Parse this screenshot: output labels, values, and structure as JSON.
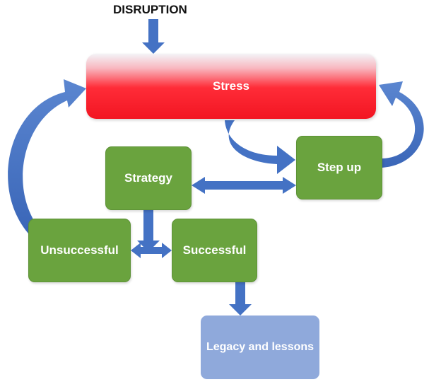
{
  "diagram": {
    "disruption_label": "DISRUPTION",
    "nodes": {
      "stress": "Stress",
      "strategy": "Strategy",
      "step_up": "Step up",
      "unsuccessful": "Unsuccessful",
      "successful": "Successful",
      "legacy": "Legacy and lessons"
    },
    "colors": {
      "arrow": "#4472c4",
      "node_green": "#6aa33e",
      "stress_red": "#f21522",
      "legacy_blue": "#8fa9db"
    }
  }
}
